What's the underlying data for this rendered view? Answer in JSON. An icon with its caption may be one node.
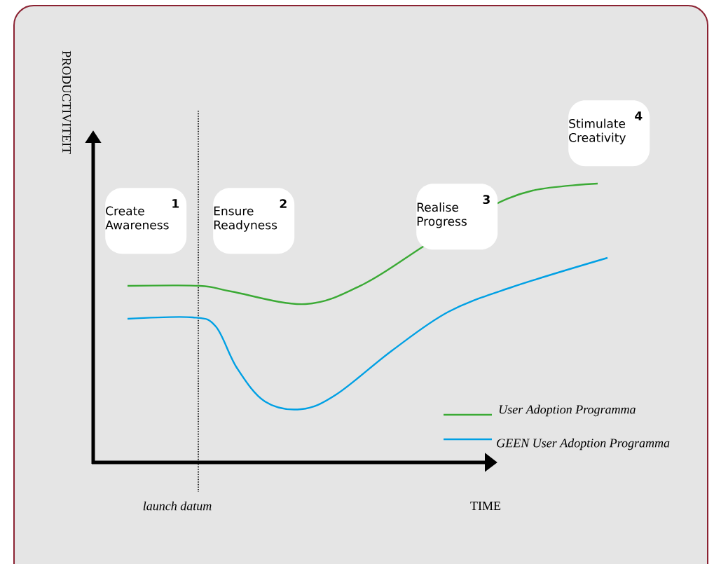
{
  "diagram": {
    "nodes": [
      {
        "text": [
          "1",
          "Create Awareness"
        ]
      },
      {
        "text": [
          "2",
          "Ensure Readyness"
        ]
      },
      {
        "text": [
          "3",
          "Realise Progress"
        ]
      },
      {
        "text": [
          "4",
          "Stimulate Creativity"
        ]
      }
    ],
    "labels": [
      "PRODUCTIVITEIT",
      "launch datum",
      "TIME"
    ],
    "legend": [
      {
        "text": "User Adoption Programma"
      },
      {
        "text": "GEEN User Adoption Programma"
      }
    ]
  }
}
